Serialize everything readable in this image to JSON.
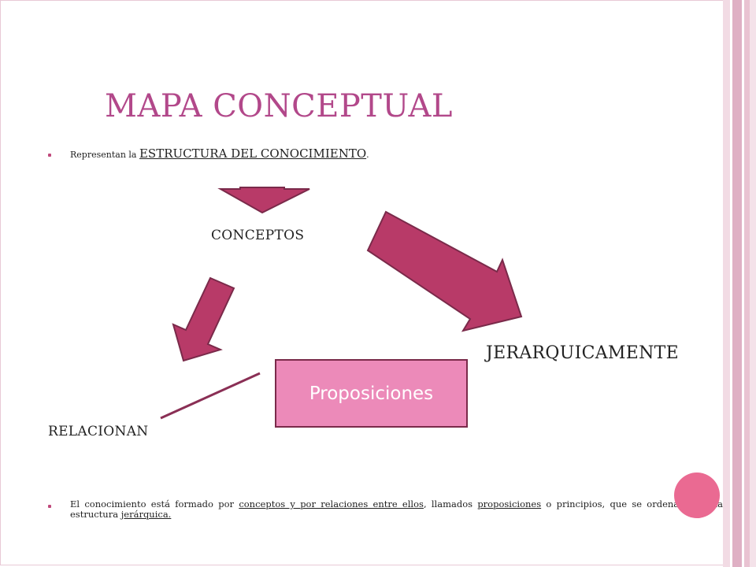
{
  "title": "MAPA CONCEPTUAL",
  "bullet1": {
    "prefix": "Representan la ",
    "emphasis": "ESTRUCTURA DEL CONOCIMIENTO",
    "suffix": "."
  },
  "nodes": {
    "conceptos": "CONCEPTOS",
    "jerarquicamente": "JERARQUICAMENTE",
    "relacionan": "RELACIONAN",
    "proposiciones": "Proposiciones"
  },
  "bullet2": {
    "t1": "El conocimiento está formado por ",
    "u1": "conceptos y por relaciones entre ellos",
    "t2": ", llamados ",
    "u2": "proposiciones",
    "t3": " o principios, que se ordenan en una estructura ",
    "u3": "jerárquica."
  },
  "colors": {
    "title": "#b2488a",
    "arrow_fill": "#b83a68",
    "arrow_stroke": "#7a2a4a",
    "box_fill": "#ec8ab9",
    "circle": "#ea6a92"
  }
}
